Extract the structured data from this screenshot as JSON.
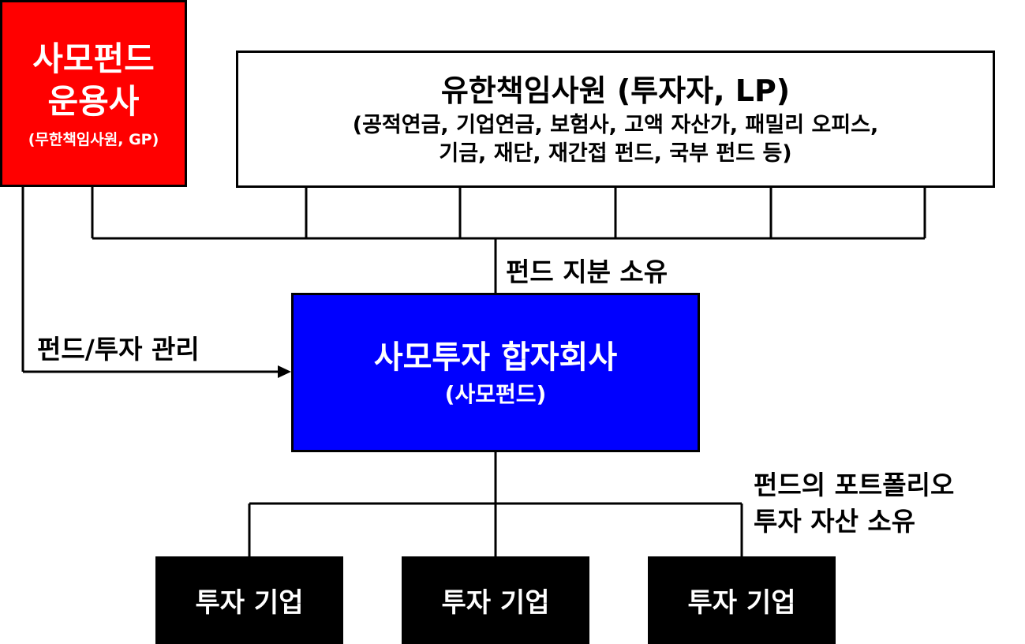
{
  "gp": {
    "line1": "사모펀드",
    "line2": "운용사",
    "sub": "(무한책임사원, GP)"
  },
  "lp": {
    "title": "유한책임사원 (투자자, LP)",
    "desc_line1": "(공적연금, 기업연금, 보험사, 고액 자산가, 패밀리 오피스,",
    "desc_line2": "기금, 재단, 재간접 펀드, 국부 펀드 등)"
  },
  "fund": {
    "title": "사모투자 합자회사",
    "sub": "(사모펀드)"
  },
  "labels": {
    "ownership": "펀드 지분 소유",
    "management": "펀드/투자 관리",
    "portfolio_line1": "펀드의 포트폴리오",
    "portfolio_line2": "투자 자산 소유"
  },
  "investees": [
    {
      "label": "투자 기업"
    },
    {
      "label": "투자 기업"
    },
    {
      "label": "투자 기업"
    }
  ],
  "colors": {
    "gp_fill": "#ff0000",
    "fund_fill": "#0000ff",
    "investee_fill": "#000000"
  }
}
